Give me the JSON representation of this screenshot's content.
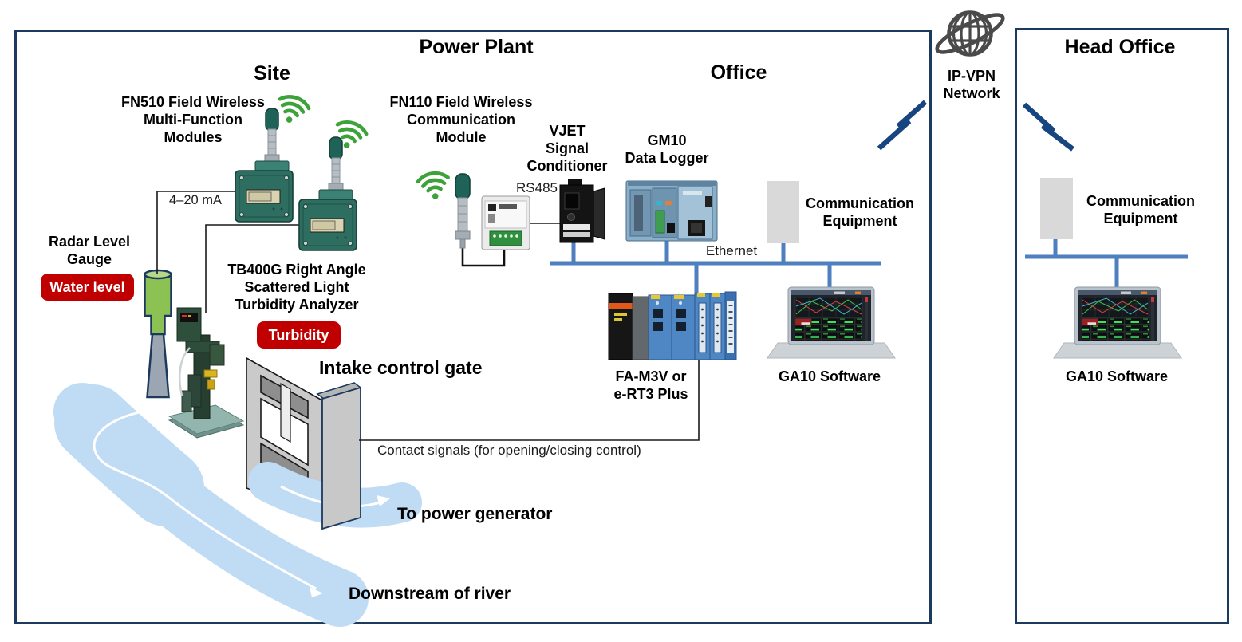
{
  "power_plant": {
    "title": "Power Plant",
    "site": {
      "title": "Site",
      "fn510": {
        "lines": [
          "FN510 Field Wireless",
          "Multi-Function",
          "Modules"
        ]
      },
      "signal_4_20ma": "4–20 mA",
      "radar_gauge": {
        "lines": [
          "Radar Level",
          "Gauge"
        ],
        "badge": "Water level"
      },
      "turbidity_analyzer": {
        "lines": [
          "TB400G Right Angle",
          "Scattered Light",
          "Turbidity Analyzer"
        ],
        "badge": "Turbidity"
      },
      "intake_gate_label": "Intake control gate",
      "to_power_generator": "To power generator",
      "downstream_of_river": "Downstream of river"
    },
    "office": {
      "title": "Office",
      "fn110": {
        "lines": [
          "FN110 Field Wireless",
          "Communication",
          "Module"
        ]
      },
      "rs485": "RS485",
      "vjet": {
        "lines": [
          "VJET",
          "Signal",
          "Conditioner"
        ]
      },
      "gm10": {
        "lines": [
          "GM10",
          "Data Logger"
        ]
      },
      "comm_equipment": {
        "lines": [
          "Communication",
          "Equipment"
        ]
      },
      "ethernet": "Ethernet",
      "fam3v": {
        "lines": [
          "FA-M3V or",
          "e-RT3 Plus"
        ]
      },
      "ga10": "GA10 Software",
      "contact_signals": "Contact signals (for opening/closing control)"
    }
  },
  "ipvpn": {
    "lines": [
      "IP-VPN",
      "Network"
    ]
  },
  "head_office": {
    "title": "Head Office",
    "comm_equipment": {
      "lines": [
        "Communication",
        "Equipment"
      ]
    },
    "ga10": "GA10 Software"
  },
  "icons": {
    "globe": "globe-network-icon",
    "wifi": "wifi-signal-icon",
    "bolt": "wireless-link-bolt-icon"
  },
  "colors": {
    "border_navy": "#1c3a5e",
    "ethernet_blue": "#4e7fbf",
    "river_blue": "#c0dcf5",
    "badge_red": "#c00000",
    "wifi_green": "#3ea23a",
    "bolt_navy": "#17457f",
    "device_teal": "#2e6e61"
  }
}
